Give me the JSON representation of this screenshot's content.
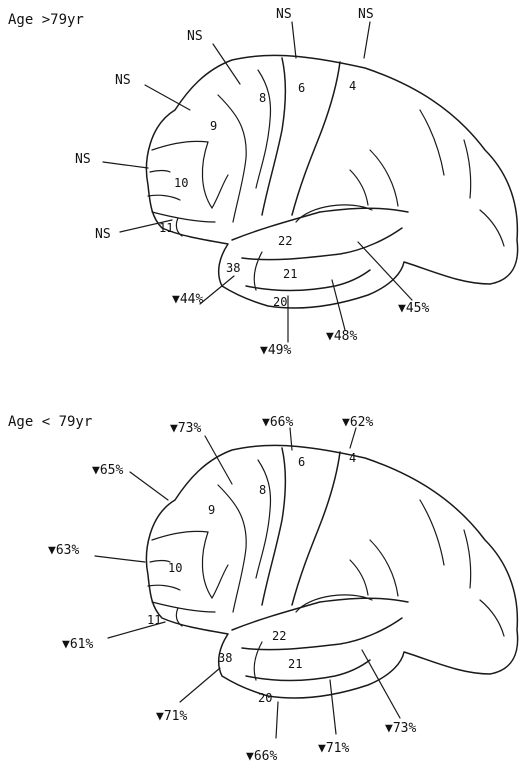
{
  "panels": [
    {
      "title": "Age >79yr",
      "areas": {
        "a4": "4",
        "a6": "6",
        "a8": "8",
        "a9": "9",
        "a10": "10",
        "a11": "11",
        "a20": "20",
        "a21": "21",
        "a22": "22",
        "a38": "38"
      },
      "labels": {
        "area4": "NS",
        "area6": "NS",
        "area8": "NS",
        "area9": "NS",
        "area10": "NS",
        "area11": "NS",
        "area38": "▼44%",
        "area20": "▼49%",
        "area21": "▼48%",
        "area22": "▼45%"
      }
    },
    {
      "title": "Age < 79yr",
      "areas": {
        "a4": "4",
        "a6": "6",
        "a8": "8",
        "a9": "9",
        "a10": "10",
        "a11": "11",
        "a20": "20",
        "a21": "21",
        "a22": "22",
        "a38": "38"
      },
      "labels": {
        "area4": "▼62%",
        "area6": "▼66%",
        "area8": "▼73%",
        "area9": "▼65%",
        "area10": "▼63%",
        "area11": "▼61%",
        "area38": "▼71%",
        "area20": "▼66%",
        "area21": "▼71%",
        "area22": "▼73%"
      }
    }
  ]
}
